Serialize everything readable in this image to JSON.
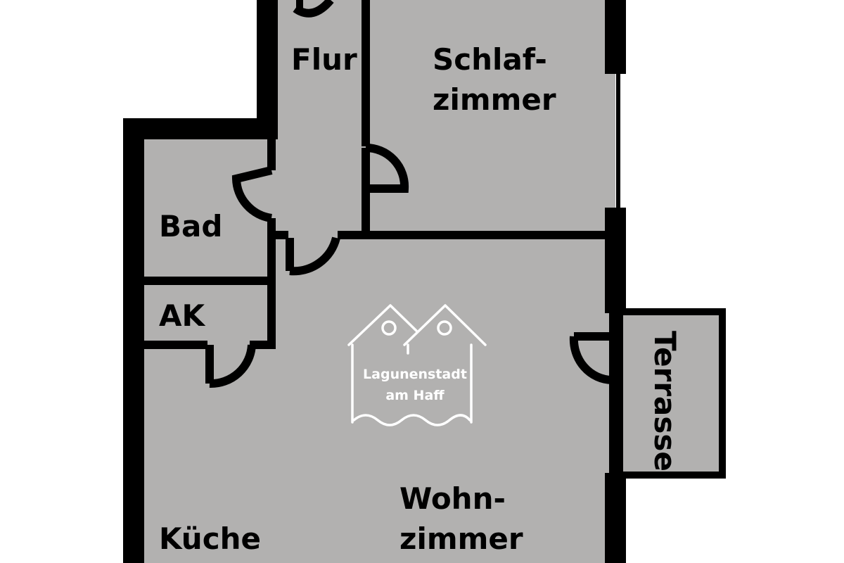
{
  "rooms": {
    "flur": "Flur",
    "schlaf_1": "Schlaf-",
    "schlaf_2": "zimmer",
    "bad": "Bad",
    "ak": "AK",
    "kueche": "Küche",
    "wohn_1": "Wohn-",
    "wohn_2": "zimmer",
    "terrasse": "Terrasse"
  },
  "logo": {
    "line1": "Lagunenstadt",
    "line2": "am Haff",
    "icon": "twin-houses-waves-logo"
  },
  "colors": {
    "room_fill": "#b2b1b0",
    "wall": "#000000",
    "logo": "#ffffff"
  }
}
